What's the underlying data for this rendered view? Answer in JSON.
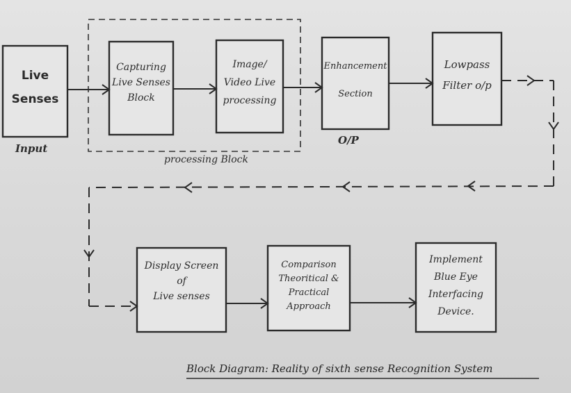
{
  "diagram": {
    "blocks": {
      "live_senses": "Live\nSenses",
      "capturing": "Capturing\nLive Senses\nBlock",
      "image_video": "Image/\nVideo Live\nprocessing",
      "enhancement": "Enhancement\nSection",
      "lowpass": "Lowpass\nFilter o/p",
      "display": "Display Screen\nof\nLive senses",
      "comparison": "Comparison\nTheoritical &\nPractical\nApproach",
      "implement": "Implement\nBlue Eye\nInterfacing\nDevice."
    },
    "labels": {
      "input": "Input",
      "output": "O/P",
      "processing_block": "processing Block"
    },
    "caption": "Block Diagram: Reality of sixth sense Recognition System"
  }
}
